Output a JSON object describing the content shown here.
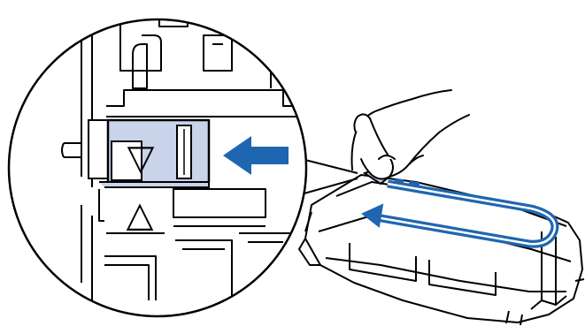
{
  "illustration": {
    "line_color": "#000000",
    "accent_color": "#1f66b0",
    "lever_fill": "#c9d3ea",
    "background": "#ffffff",
    "glyphs": {
      "lever_arrow": "▽",
      "slot_arrow": "△"
    },
    "icons": [
      "magnifier-callout",
      "push-direction-arrow",
      "hand",
      "drum-unit",
      "slide-direction-arrow"
    ]
  }
}
